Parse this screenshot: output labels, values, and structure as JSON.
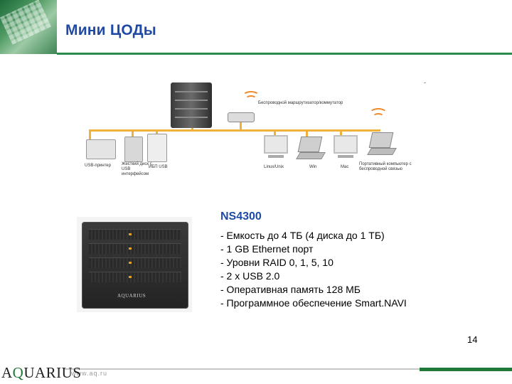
{
  "header": {
    "title": "Мини ЦОДы"
  },
  "diagram": {
    "mark": "-",
    "labels": {
      "router": "Беспроводной маршрутизатор/коммутатор",
      "printer": "USB-принтер",
      "hdd": "Жесткий диск с USB интерфейсом",
      "ups": "ИБП USB",
      "linux": "Linux/Unix",
      "win": "Win",
      "mac": "Mac",
      "laptop": "Портативный компьютер с беспроводной связью"
    }
  },
  "product": {
    "name": "NS4300",
    "specs": [
      "- Емкость до 4 ТБ (4 диска до 1 ТБ)",
      "- 1 GB Ethernet порт",
      "- Уровни RAID 0, 1, 5, 10",
      "- 2 x USB 2.0",
      "- Оперативная память 128 МБ",
      "- Программное обеспечение Smart.NAVI"
    ],
    "device_logo": "AQUARIUS"
  },
  "footer": {
    "page_number": "14",
    "url": "www.aq.ru",
    "logo_a": "A",
    "logo_q": "Q",
    "logo_rest": "UARIUS"
  },
  "colors": {
    "title": "#1e4aa5",
    "accent_green": "#1f7a3a",
    "bus": "#f0b13a"
  }
}
